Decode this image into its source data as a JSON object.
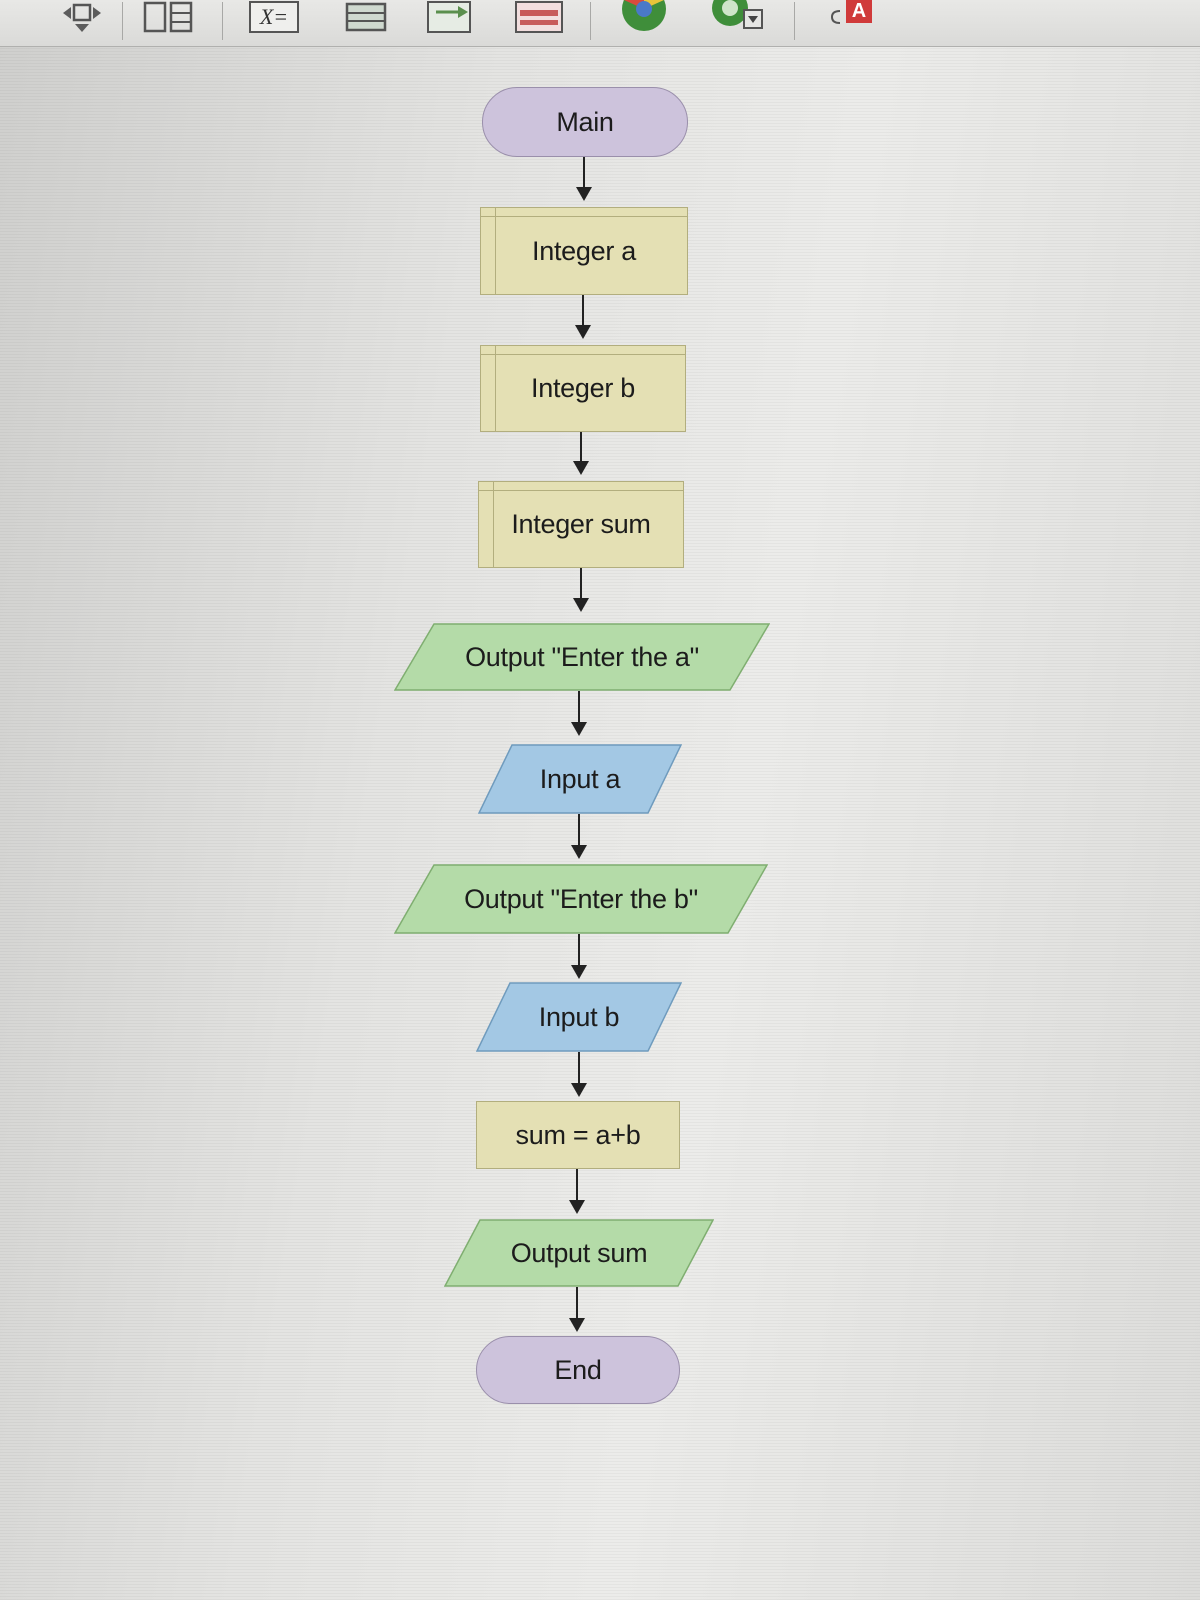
{
  "toolbar": {
    "buttons": [
      {
        "name": "navigate-icon",
        "label": ""
      },
      {
        "name": "layout-icon",
        "label": ""
      },
      {
        "name": "assign-icon",
        "label": "X="
      },
      {
        "name": "call-icon",
        "label": ""
      },
      {
        "name": "input-icon",
        "label": ""
      },
      {
        "name": "output-icon",
        "label": ""
      },
      {
        "name": "color-icon",
        "label": ""
      },
      {
        "name": "refresh-icon",
        "label": ""
      },
      {
        "name": "text-style-icon",
        "label": "A"
      }
    ]
  },
  "flowchart": {
    "start": "Main",
    "declare_a": "Integer a",
    "declare_b": "Integer b",
    "declare_sum": "Integer sum",
    "output_a": "Output \"Enter the a\"",
    "input_a": "Input a",
    "output_b": "Output \"Enter the b\"",
    "input_b": "Input b",
    "assign": "sum = a+b",
    "output_sum": "Output sum",
    "end": "End"
  },
  "colors": {
    "terminal": "#cdc3dc",
    "declare": "#e4e0b4",
    "output": "#b4dba8",
    "input": "#a3c8e4"
  }
}
